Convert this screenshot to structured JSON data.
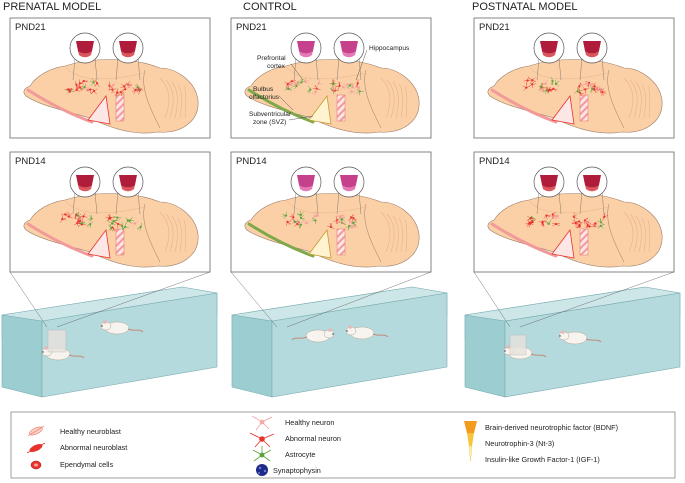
{
  "columns": [
    {
      "title": "PRENATAL MODEL",
      "upper": "PND21",
      "lower": "PND14"
    },
    {
      "title": "CONTROL",
      "upper": "PND21",
      "lower": "PND14"
    },
    {
      "title": "POSTNATAL MODEL",
      "upper": "PND21",
      "lower": "PND14"
    }
  ],
  "annotations": {
    "prefrontal_1": "Prefrontal",
    "prefrontal_2": "cortex",
    "hippocampus": "Hippocampus",
    "bulbus_1": "Bulbus",
    "bulbus_2": "olfactorius",
    "svz_1": "Subventricular",
    "svz_2": "zone (SVZ)"
  },
  "legend": {
    "col1": [
      "Healthy neuroblast",
      "Abnormal neuroblast",
      "Ependymal cells"
    ],
    "col2": [
      "Healthy neuron",
      "Abnormal neuron",
      "Astrocyte",
      "Synaptophysin"
    ],
    "col3": [
      "Brain-derived neurotrophic factor (BDNF)",
      "Neurotrophin-3 (Nt-3)",
      "Insulin-like Growth Factor-1 (IGF-1)"
    ]
  },
  "colors": {
    "brain": "#fbd0a6",
    "brain_stroke": "#9a7c66",
    "tank": "#a9d3d6",
    "hippo_dark": "#b01c3c",
    "hippo_light": "#c5418c",
    "neuron_red": "#e8322d",
    "astrocyte": "#5aa23c",
    "bdnf": "#f29b1c",
    "nt3": "#f7c53b",
    "igf1": "#fdf2a3",
    "synaptophysin": "#1d2a8a"
  }
}
